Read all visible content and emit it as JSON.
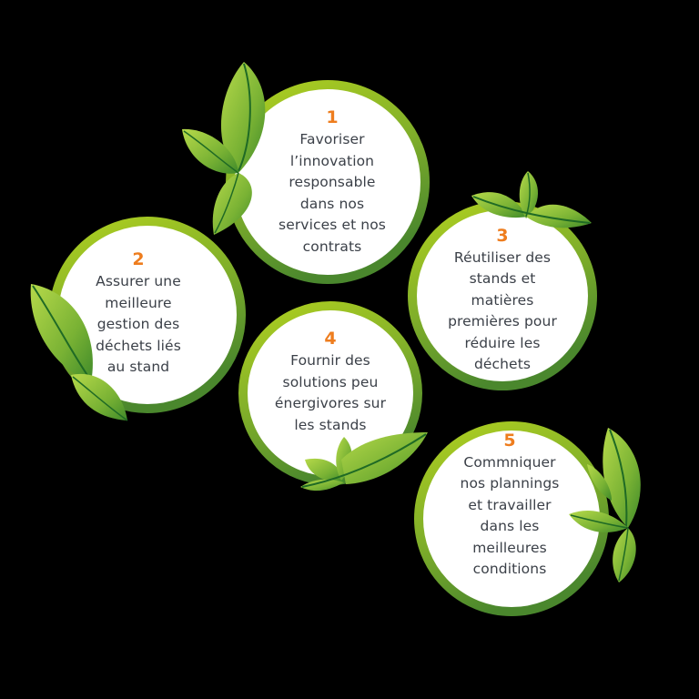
{
  "colors": {
    "background": "#000000",
    "ring_light": "#a8c920",
    "ring_dark": "#4e8a2c",
    "number": "#ee7d1e",
    "text": "#3b4048",
    "fill": "#ffffff",
    "leaf_light": "#a6cc3a",
    "leaf_dark": "#3f8a2a",
    "leaf_vein": "#1f6a25"
  },
  "items": [
    {
      "number": "1",
      "lines": [
        "Favoriser",
        "l’innovation",
        "responsable",
        "dans nos",
        "services et nos",
        "contrats"
      ]
    },
    {
      "number": "2",
      "lines": [
        "Assurer une",
        "meilleure",
        "gestion des",
        "déchets liés",
        "au stand"
      ]
    },
    {
      "number": "3",
      "lines": [
        "Réutiliser des",
        "stands et",
        "matières",
        "premières pour",
        "réduire les",
        "déchets"
      ]
    },
    {
      "number": "4",
      "lines": [
        "Fournir des",
        "solutions peu",
        "énergivores sur",
        "les stands"
      ]
    },
    {
      "number": "5",
      "lines": [
        "Commniquer",
        "nos plannings",
        "et travailler",
        "dans les",
        "meilleures",
        "conditions"
      ]
    }
  ]
}
